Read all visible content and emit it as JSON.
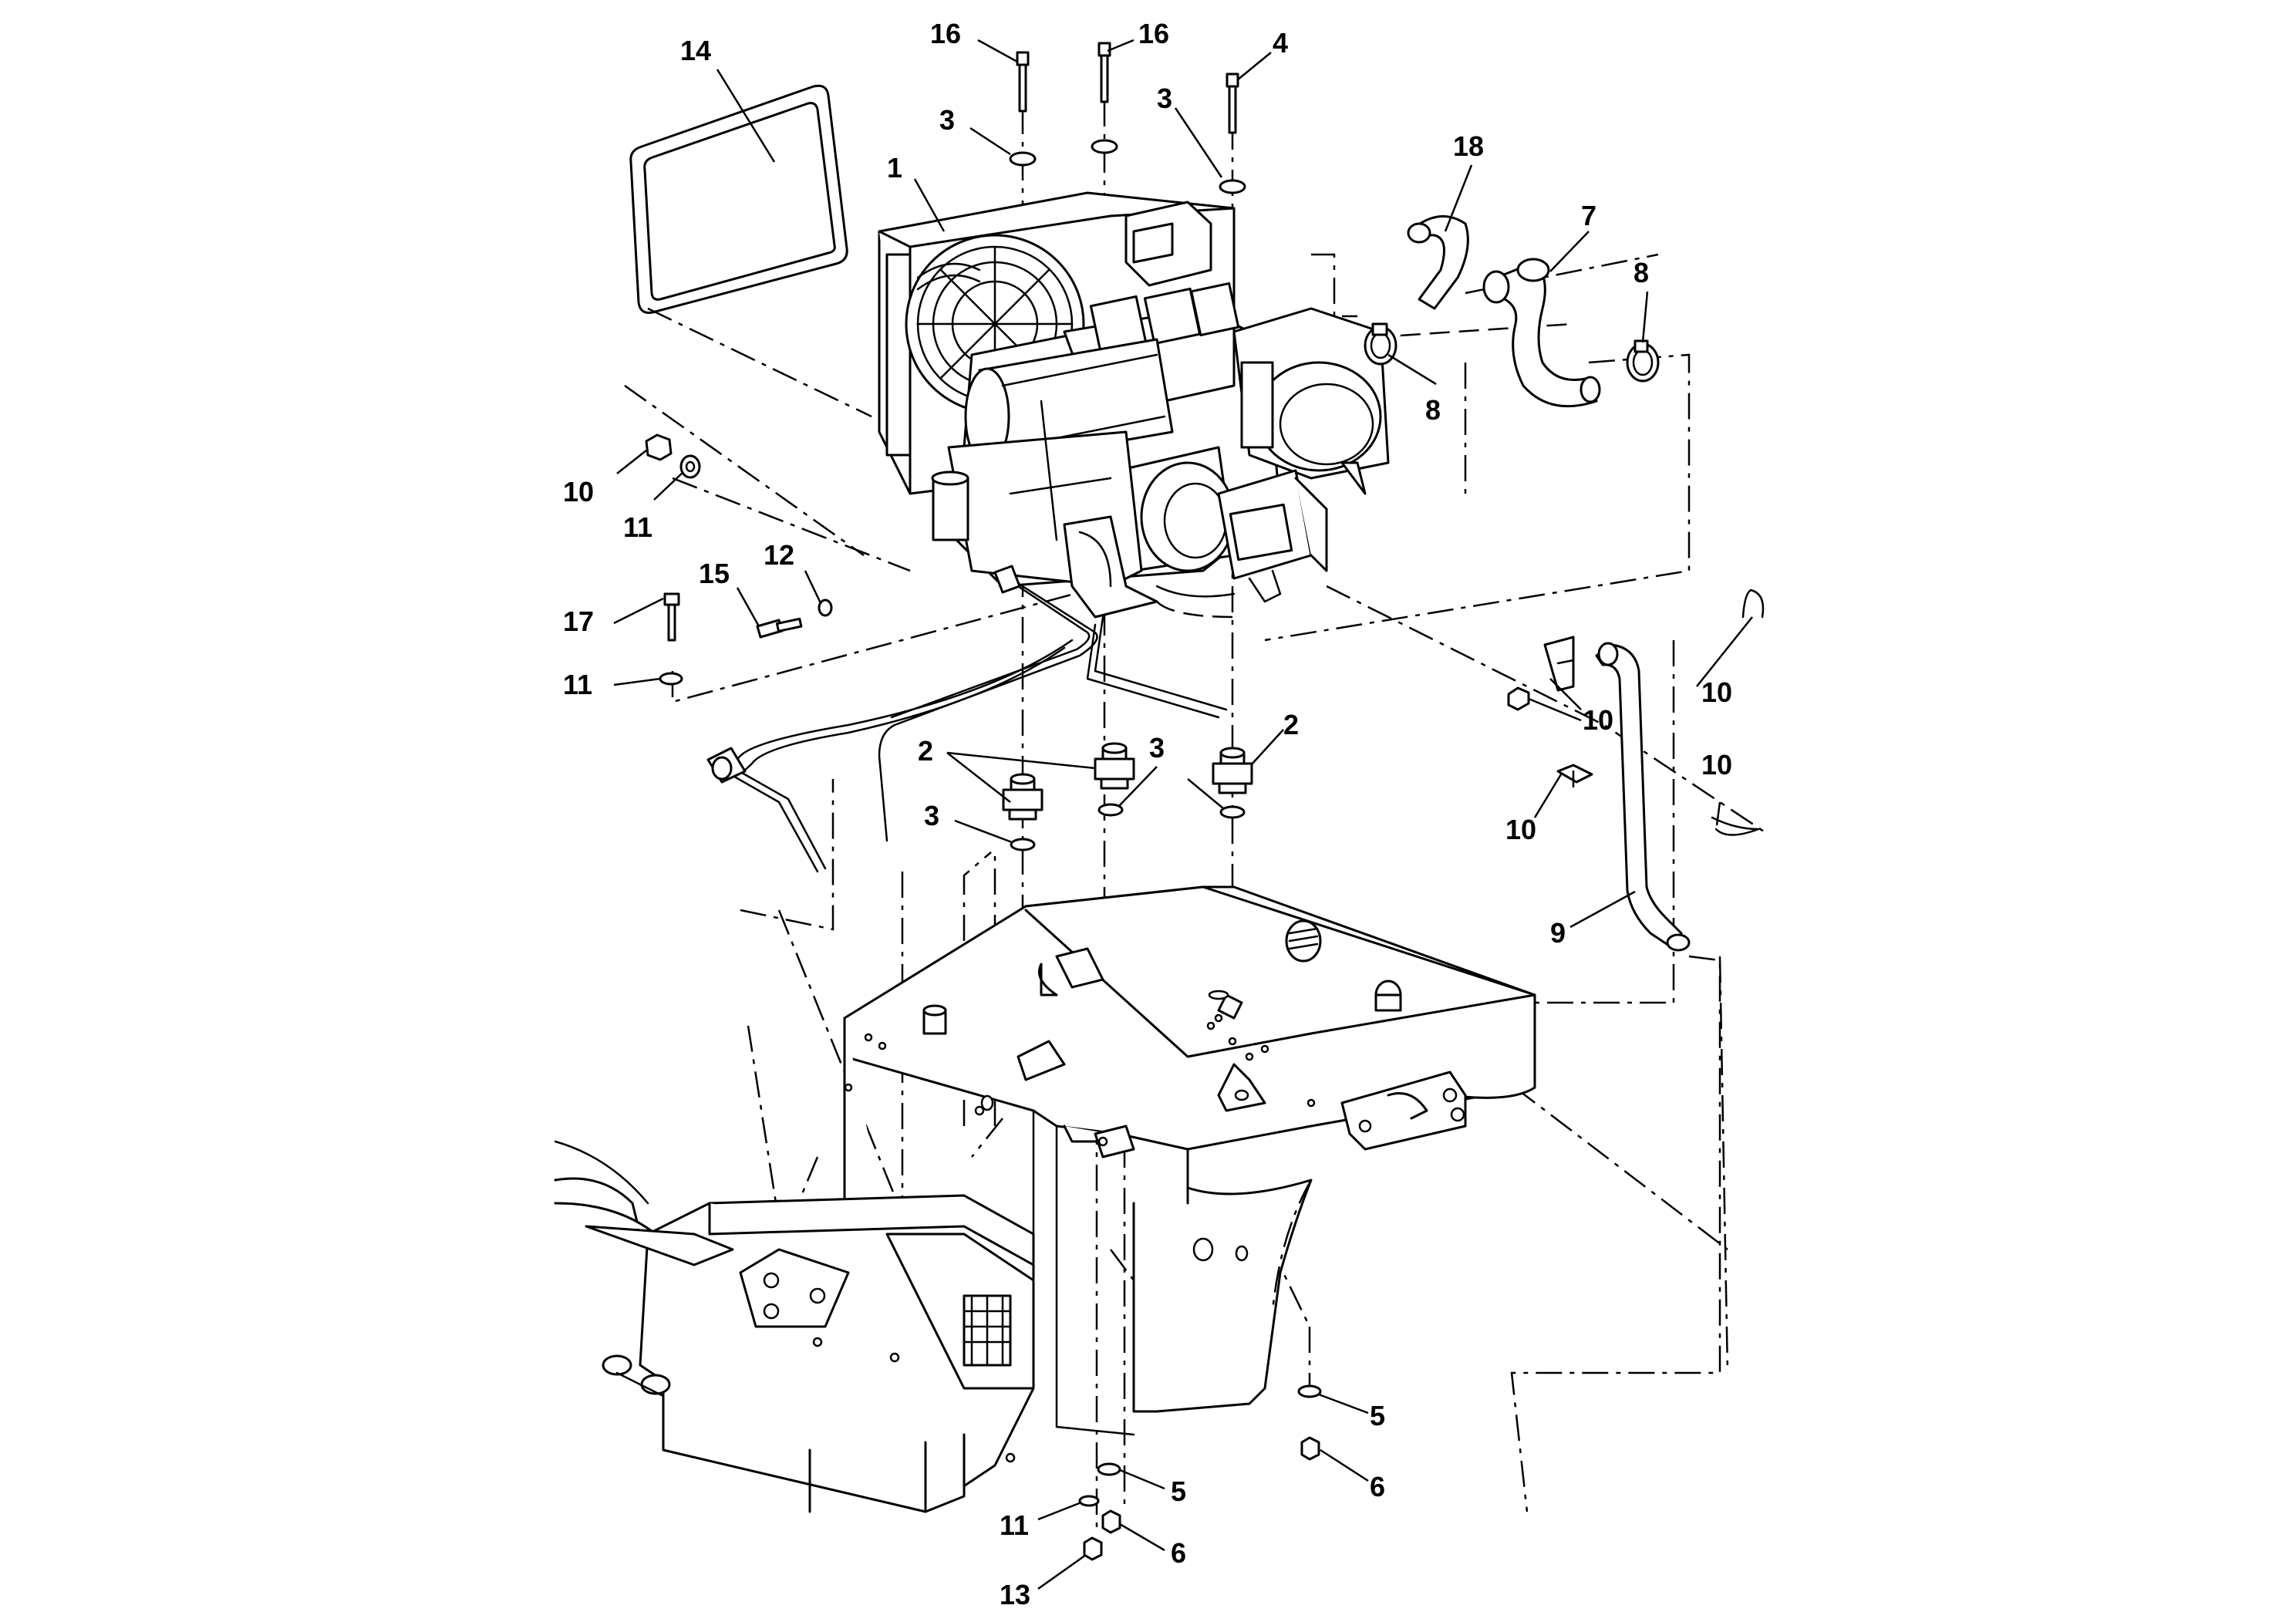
{
  "diagram": {
    "callouts": [
      {
        "id": "c14",
        "label": "14"
      },
      {
        "id": "c16a",
        "label": "16"
      },
      {
        "id": "c16b",
        "label": "16"
      },
      {
        "id": "c4",
        "label": "4"
      },
      {
        "id": "c3a",
        "label": "3"
      },
      {
        "id": "c3b",
        "label": "3"
      },
      {
        "id": "c1",
        "label": "1"
      },
      {
        "id": "c18",
        "label": "18"
      },
      {
        "id": "c7",
        "label": "7"
      },
      {
        "id": "c8a",
        "label": "8"
      },
      {
        "id": "c8b",
        "label": "8"
      },
      {
        "id": "c10a",
        "label": "10"
      },
      {
        "id": "c11a",
        "label": "11"
      },
      {
        "id": "c12",
        "label": "12"
      },
      {
        "id": "c15",
        "label": "15"
      },
      {
        "id": "c17",
        "label": "17"
      },
      {
        "id": "c11b",
        "label": "11"
      },
      {
        "id": "c10b",
        "label": "10"
      },
      {
        "id": "c10c",
        "label": "10"
      },
      {
        "id": "c10d",
        "label": "10"
      },
      {
        "id": "c10e",
        "label": "10"
      },
      {
        "id": "c2a",
        "label": "2"
      },
      {
        "id": "c3c",
        "label": "3"
      },
      {
        "id": "c2b",
        "label": "2"
      },
      {
        "id": "c3d",
        "label": "3"
      },
      {
        "id": "c9",
        "label": "9"
      },
      {
        "id": "c5a",
        "label": "5"
      },
      {
        "id": "c6a",
        "label": "6"
      },
      {
        "id": "c5b",
        "label": "5"
      },
      {
        "id": "c11c",
        "label": "11"
      },
      {
        "id": "c6b",
        "label": "6"
      },
      {
        "id": "c13",
        "label": "13"
      }
    ]
  }
}
